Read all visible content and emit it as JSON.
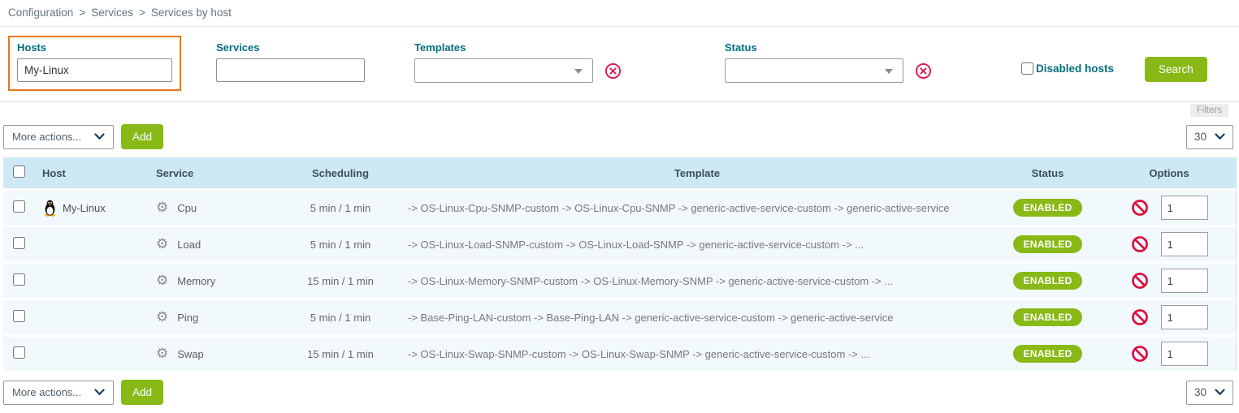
{
  "breadcrumb": {
    "items": [
      "Configuration",
      "Services",
      "Services by host"
    ],
    "separator": ">"
  },
  "filters": {
    "hosts": {
      "label": "Hosts",
      "value": "My-Linux"
    },
    "services": {
      "label": "Services",
      "value": ""
    },
    "templates": {
      "label": "Templates",
      "value": ""
    },
    "status": {
      "label": "Status",
      "value": ""
    },
    "disabled_hosts_label": "Disabled hosts",
    "search_label": "Search",
    "filters_tag": "Filters"
  },
  "toolbar": {
    "more_actions_label": "More actions...",
    "add_label": "Add",
    "page_size": "30"
  },
  "table": {
    "headers": {
      "host": "Host",
      "service": "Service",
      "scheduling": "Scheduling",
      "template": "Template",
      "status": "Status",
      "options": "Options"
    },
    "rows": [
      {
        "host": "My-Linux",
        "service": "Cpu",
        "scheduling": "5 min / 1 min",
        "template": "-> OS-Linux-Cpu-SNMP-custom -> OS-Linux-Cpu-SNMP -> generic-active-service-custom -> generic-active-service",
        "status": "ENABLED",
        "options_value": "1"
      },
      {
        "host": "",
        "service": "Load",
        "scheduling": "5 min / 1 min",
        "template": "-> OS-Linux-Load-SNMP-custom -> OS-Linux-Load-SNMP -> generic-active-service-custom -> ...",
        "status": "ENABLED",
        "options_value": "1"
      },
      {
        "host": "",
        "service": "Memory",
        "scheduling": "15 min / 1 min",
        "template": "-> OS-Linux-Memory-SNMP-custom -> OS-Linux-Memory-SNMP -> generic-active-service-custom -> ...",
        "status": "ENABLED",
        "options_value": "1"
      },
      {
        "host": "",
        "service": "Ping",
        "scheduling": "5 min / 1 min",
        "template": "-> Base-Ping-LAN-custom -> Base-Ping-LAN -> generic-active-service-custom -> generic-active-service",
        "status": "ENABLED",
        "options_value": "1"
      },
      {
        "host": "",
        "service": "Swap",
        "scheduling": "15 min / 1 min",
        "template": "-> OS-Linux-Swap-SNMP-custom -> OS-Linux-Swap-SNMP -> generic-active-service-custom -> ...",
        "status": "ENABLED",
        "options_value": "1"
      }
    ]
  },
  "icons": {
    "gear": "⚙",
    "host_os": "linux-penguin"
  },
  "colors": {
    "teal": "#00707c",
    "green": "#88b917",
    "orange": "#e8791e",
    "red": "#e0134b",
    "headerbg": "#cde9f6",
    "rowbg": "#f2f9fc"
  }
}
